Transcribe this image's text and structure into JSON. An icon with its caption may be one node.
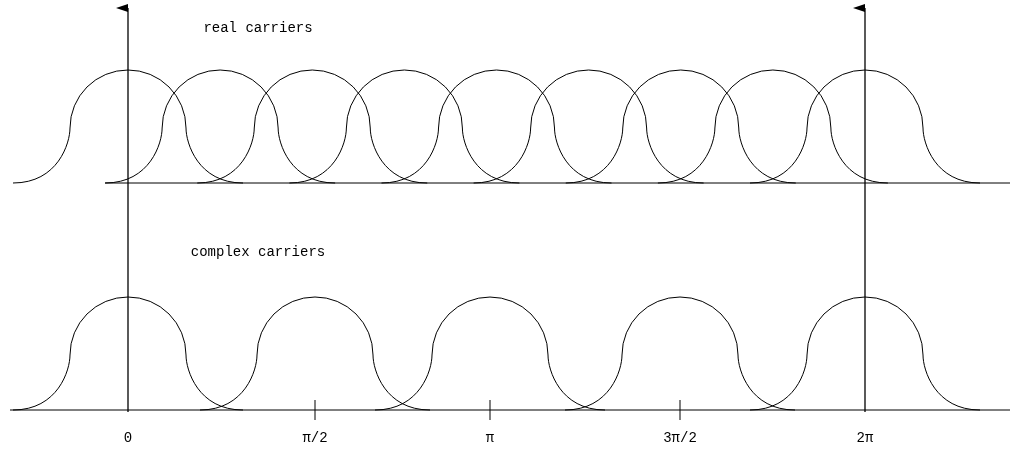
{
  "diagram": {
    "labels": [
      "real carriers",
      "complex carriers",
      "0",
      "π/2",
      "π",
      "3π/2",
      "2π"
    ]
  }
}
